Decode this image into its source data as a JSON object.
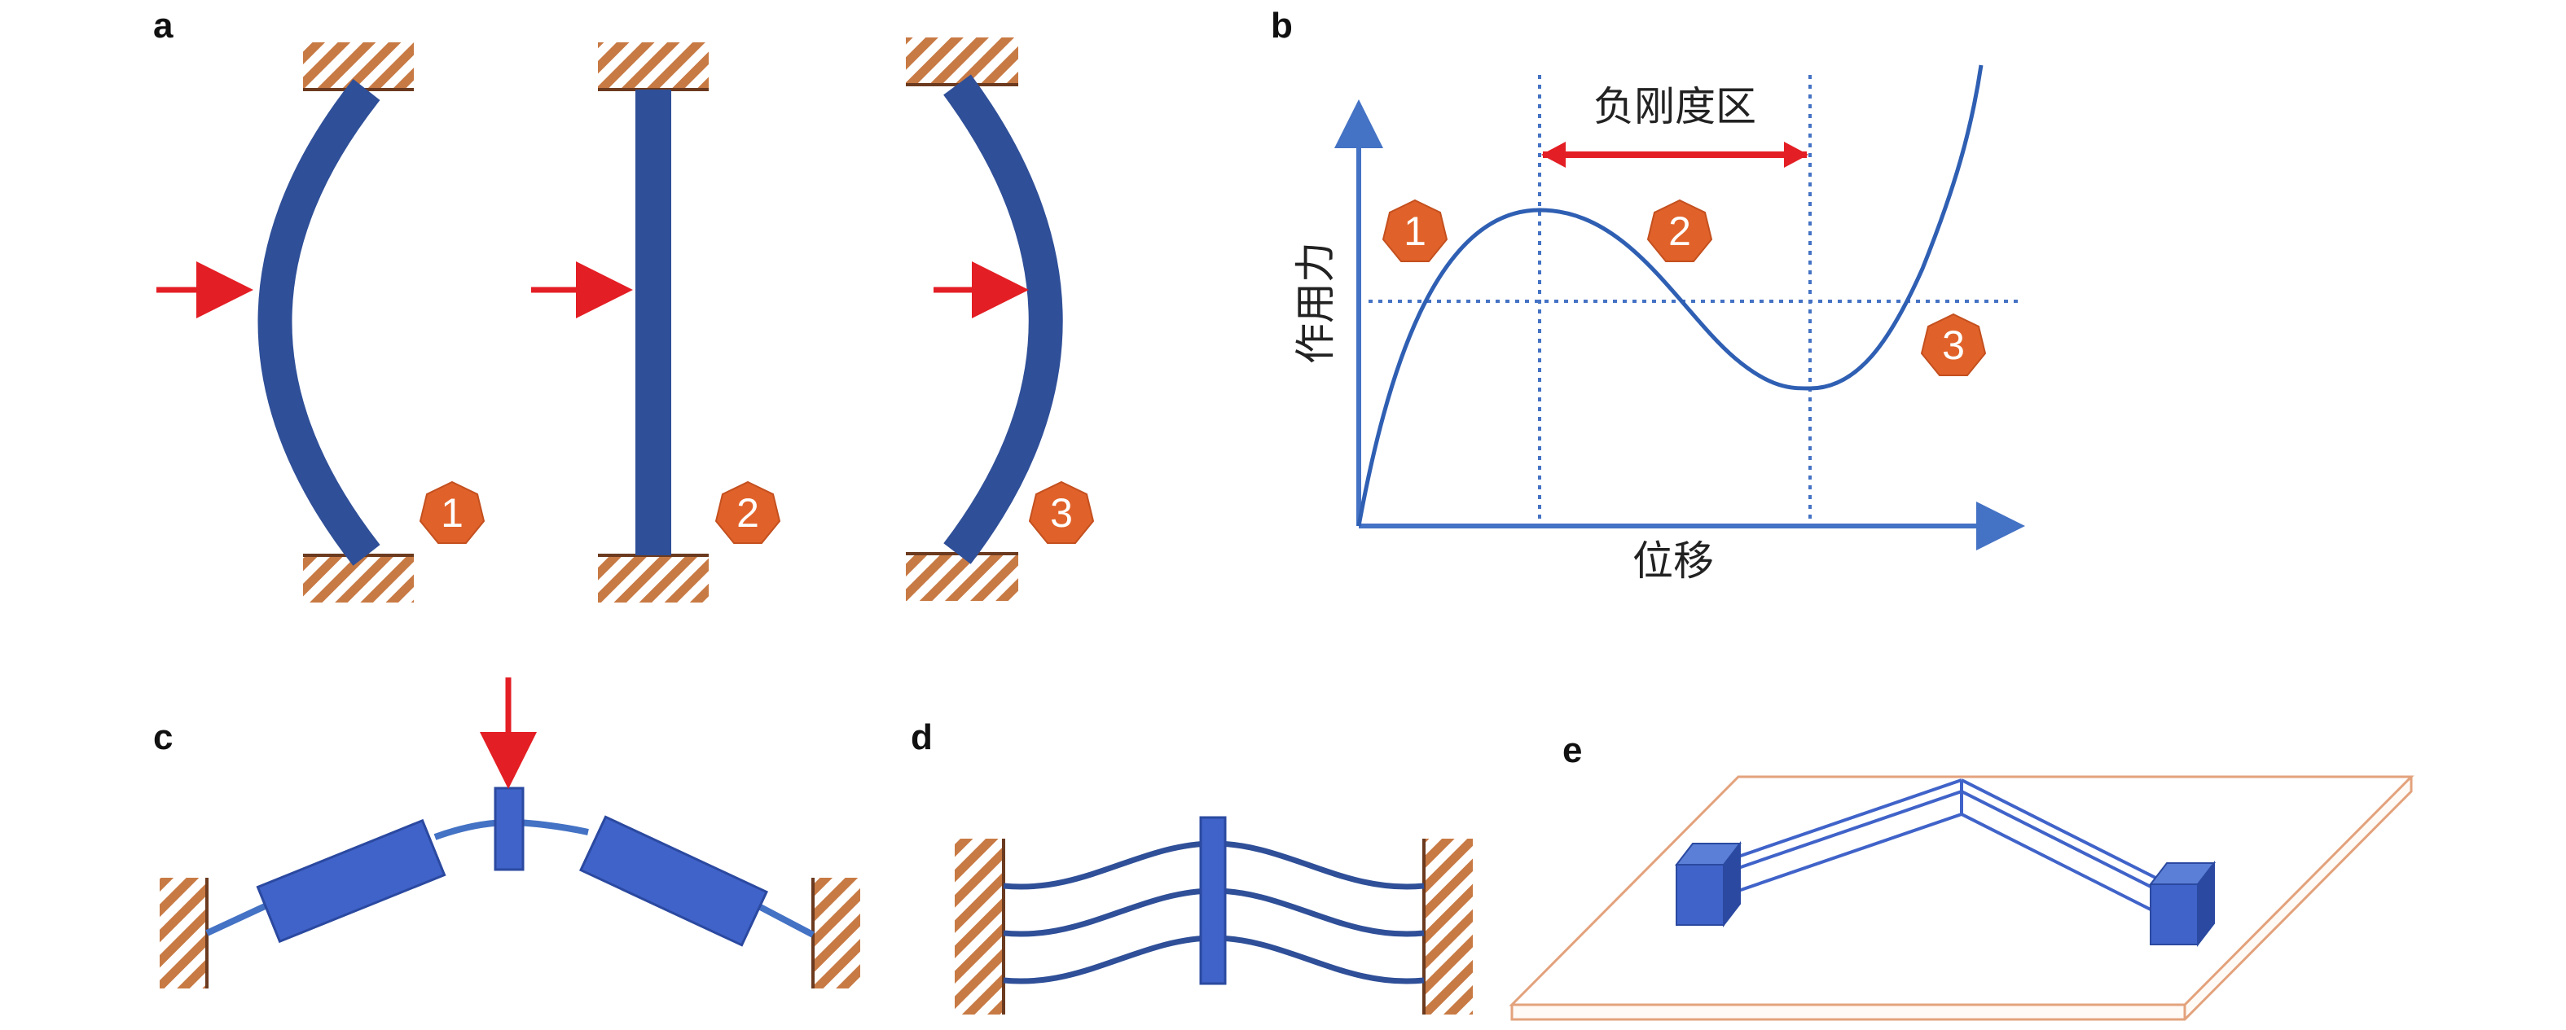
{
  "panels": {
    "a": {
      "label": "a",
      "badges": [
        "1",
        "2",
        "3"
      ]
    },
    "b": {
      "label": "b",
      "region_label": "负刚度区",
      "ylabel": "作用力",
      "xlabel": "位移",
      "badges": [
        "1",
        "2",
        "3"
      ]
    },
    "c": {
      "label": "c"
    },
    "d": {
      "label": "d"
    },
    "e": {
      "label": "e"
    }
  },
  "colors": {
    "beam": "#2f4f98",
    "arrow": "#e31e24",
    "badge": "#e0622a",
    "hatch": "#c87a44",
    "curve": "#4472c4",
    "plate": "#e3a27c",
    "block": "#4063c9"
  }
}
